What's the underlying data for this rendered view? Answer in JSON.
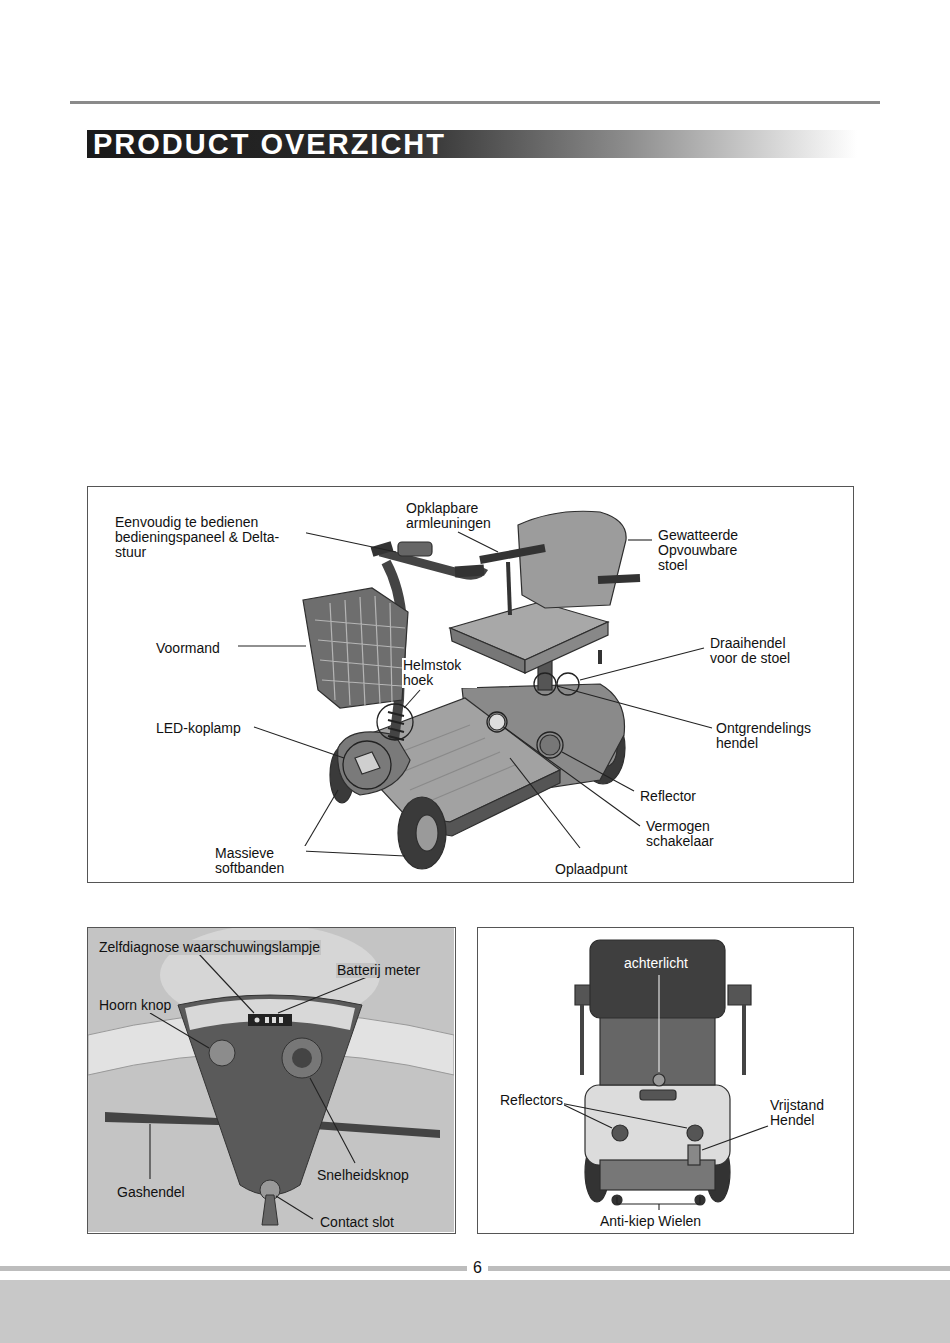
{
  "diagram": {
    "title": "PRODUCT OVERZICHT",
    "nodes": [
      {
        "text": [
          "Eenvoudig te bedienen bedieningspaneel & Delta-stuur",
          "Opklapbare armleuningen",
          "Gewatteerde Opvouwbare stoel",
          "Voormand",
          "Helmstok hoek",
          "Draaihendel voor de stoel",
          "LED-koplamp",
          "Ontgrendelings hendel",
          "Reflector",
          "Vermogen schakelaar",
          "Massieve softbanden",
          "Oplaadpunt"
        ]
      },
      {
        "text": [
          "Zelfdiagnose waarschuwingslampje",
          "Batterij meter",
          "Hoorn knop",
          "Snelheidsknop",
          "Gashendel",
          "Contact slot"
        ]
      },
      {
        "text": [
          "achterlicht",
          "Reflectors",
          "Vrijstand Hendel",
          "Anti-kiep Wielen"
        ]
      }
    ],
    "labels": [
      "6"
    ]
  }
}
